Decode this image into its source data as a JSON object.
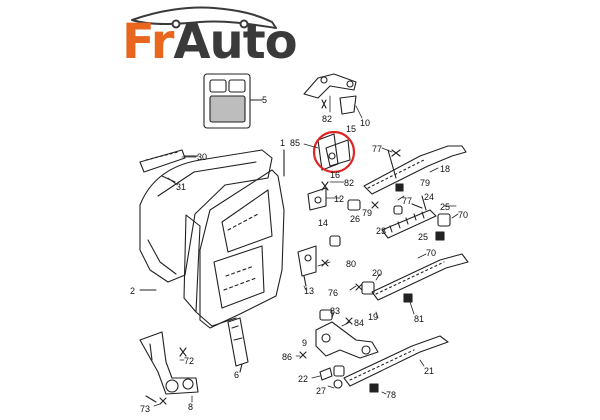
{
  "logo": {
    "part1": "Fr",
    "part2": "Auto",
    "accent_color": "#e9661f",
    "dark_color": "#3a3a3a"
  },
  "highlight": {
    "part_number": "15",
    "color": "#e02424"
  },
  "callouts": [
    {
      "id": "c1",
      "text": "1"
    },
    {
      "id": "c2",
      "text": "2"
    },
    {
      "id": "c5",
      "text": "5"
    },
    {
      "id": "c6",
      "text": "6"
    },
    {
      "id": "c8",
      "text": "8"
    },
    {
      "id": "c9",
      "text": "9"
    },
    {
      "id": "c10",
      "text": "10"
    },
    {
      "id": "c12",
      "text": "12"
    },
    {
      "id": "c13",
      "text": "13"
    },
    {
      "id": "c14",
      "text": "14"
    },
    {
      "id": "c15",
      "text": "15"
    },
    {
      "id": "c16",
      "text": "16"
    },
    {
      "id": "c18",
      "text": "18"
    },
    {
      "id": "c19",
      "text": "19"
    },
    {
      "id": "c20",
      "text": "20"
    },
    {
      "id": "c21",
      "text": "21"
    },
    {
      "id": "c22",
      "text": "22"
    },
    {
      "id": "c23",
      "text": "23"
    },
    {
      "id": "c24",
      "text": "24"
    },
    {
      "id": "c25a",
      "text": "25"
    },
    {
      "id": "c25b",
      "text": "25"
    },
    {
      "id": "c26",
      "text": "26"
    },
    {
      "id": "c27",
      "text": "27"
    },
    {
      "id": "c30",
      "text": "30"
    },
    {
      "id": "c31",
      "text": "31"
    },
    {
      "id": "c70a",
      "text": "70"
    },
    {
      "id": "c70b",
      "text": "70"
    },
    {
      "id": "c72",
      "text": "72"
    },
    {
      "id": "c73",
      "text": "73"
    },
    {
      "id": "c76",
      "text": "76"
    },
    {
      "id": "c77a",
      "text": "77"
    },
    {
      "id": "c77b",
      "text": "77"
    },
    {
      "id": "c78",
      "text": "78"
    },
    {
      "id": "c79a",
      "text": "79"
    },
    {
      "id": "c79b",
      "text": "79"
    },
    {
      "id": "c80",
      "text": "80"
    },
    {
      "id": "c81",
      "text": "81"
    },
    {
      "id": "c82a",
      "text": "82"
    },
    {
      "id": "c82b",
      "text": "82"
    },
    {
      "id": "c83",
      "text": "83"
    },
    {
      "id": "c84",
      "text": "84"
    },
    {
      "id": "c85",
      "text": "85"
    },
    {
      "id": "c86",
      "text": "86"
    }
  ]
}
